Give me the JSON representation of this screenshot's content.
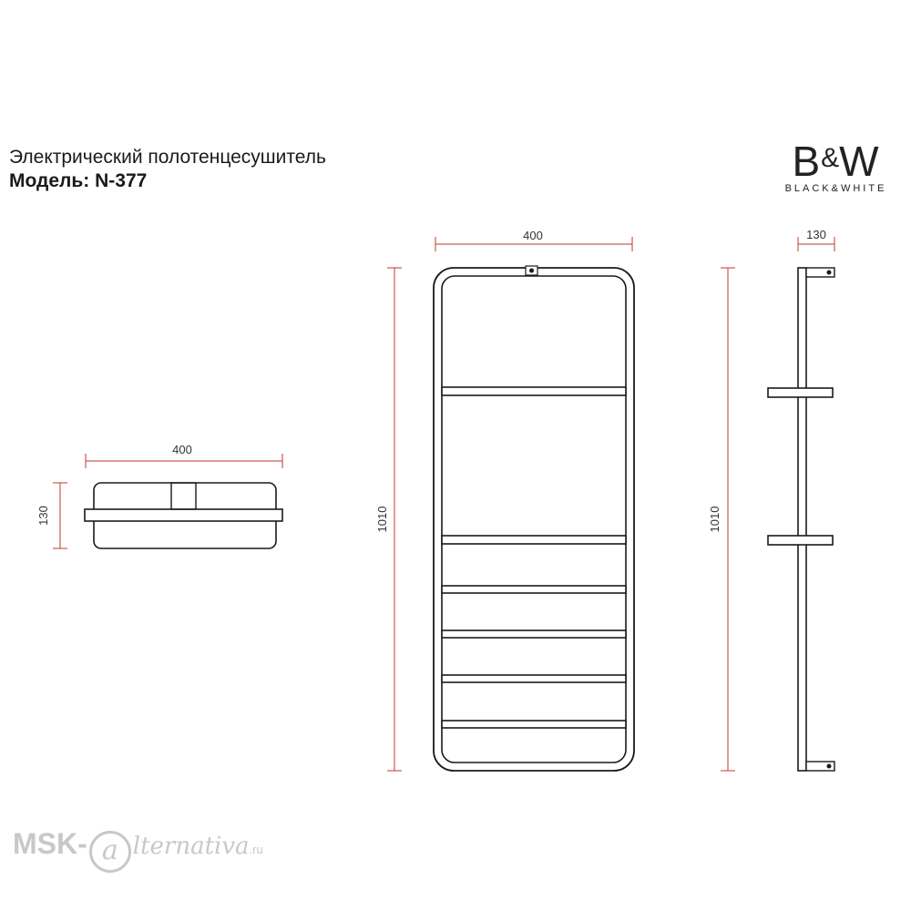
{
  "header": {
    "product_name": "Электрический полотенцесушитель",
    "model_label": "Модель: N-377"
  },
  "brand": {
    "logo_left": "B",
    "logo_amp": "&",
    "logo_right": "W",
    "subtitle": "BLACK&WHITE"
  },
  "dimensions": {
    "top_view_width": "400",
    "top_view_depth": "130",
    "front_width": "400",
    "front_height": "1010",
    "side_depth": "130",
    "side_height": "1010"
  },
  "watermark": {
    "prefix": "MSK-",
    "at": "a",
    "tail": "lternativa",
    "tld": ".ru"
  },
  "colors": {
    "line": "#1a1a1a",
    "dimension": "#c0392b",
    "watermark": "#c8c8c8"
  }
}
